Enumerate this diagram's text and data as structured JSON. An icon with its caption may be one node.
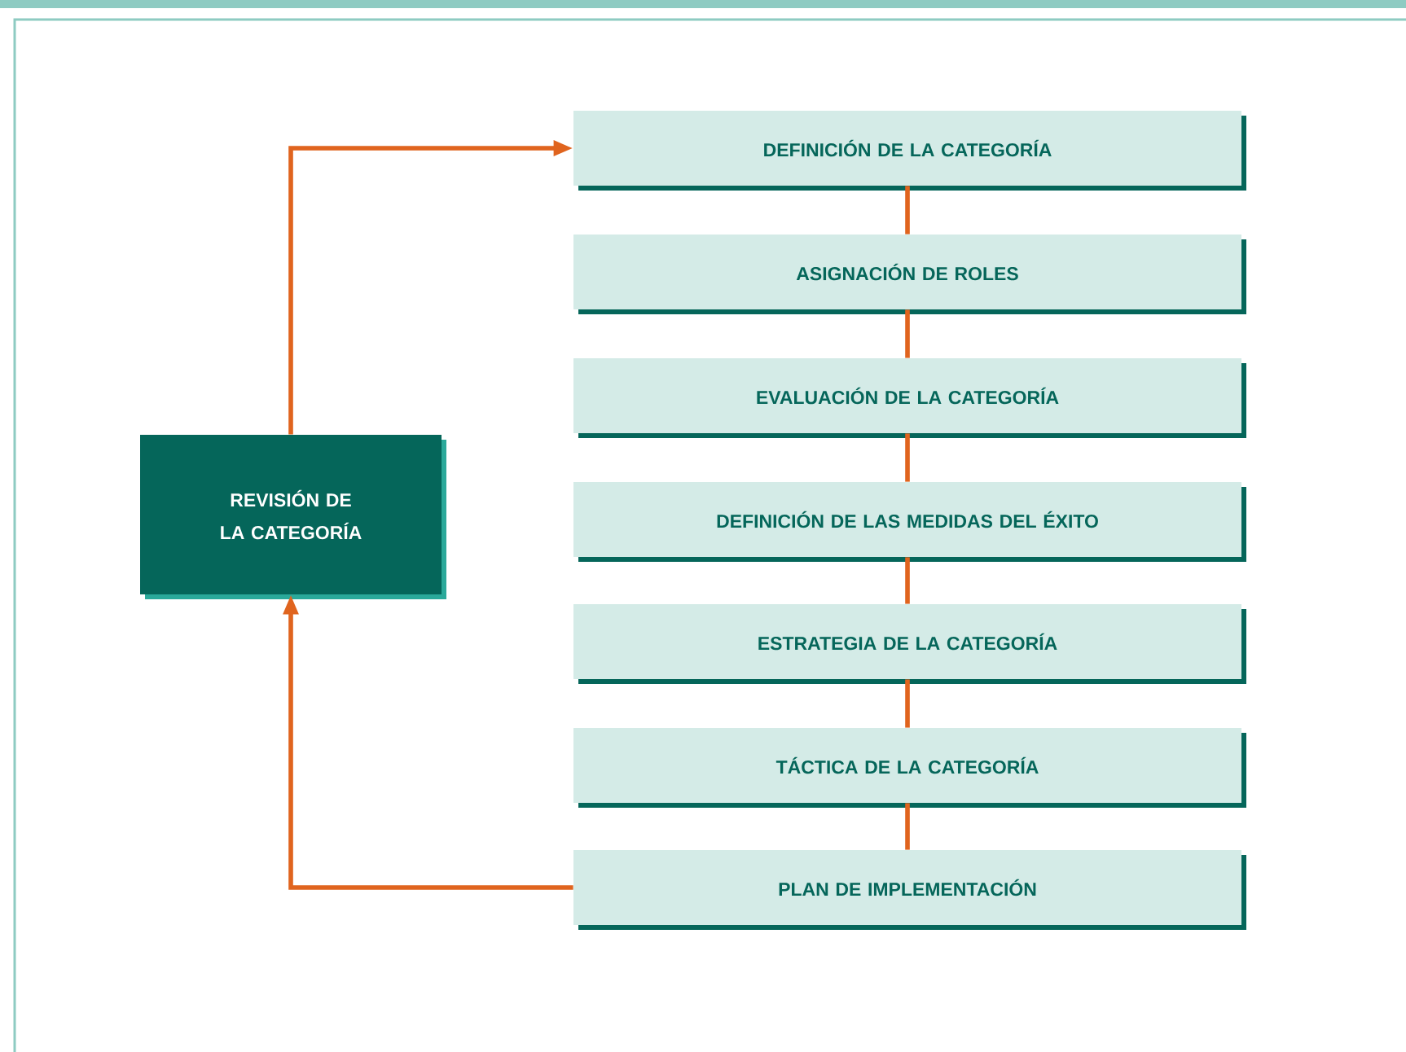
{
  "diagram": {
    "nodes": [
      {
        "text": [
          "DEFINICIÓN DE LA CATEGORÍA"
        ]
      },
      {
        "text": [
          "ASIGNACIÓN DE ROLES"
        ]
      },
      {
        "text": [
          "EVALUACIÓN DE LA CATEGORÍA"
        ]
      },
      {
        "text": [
          "DEFINICIÓN DE LAS MEDIDAS DEL ÉXITO"
        ]
      },
      {
        "text": [
          "ESTRATEGIA DE LA CATEGORÍA"
        ]
      },
      {
        "text": [
          "TÁCTICA DE LA CATEGORÍA"
        ]
      },
      {
        "text": [
          "PLAN DE IMPLEMENTACIÓN"
        ]
      },
      {
        "text": [
          "REVISIÓN DE LA CATEGORÍA"
        ]
      }
    ],
    "edges": [
      {
        "from": 0,
        "to": 1,
        "arrow": "none"
      },
      {
        "from": 1,
        "to": 2,
        "arrow": "none"
      },
      {
        "from": 2,
        "to": 3,
        "arrow": "none"
      },
      {
        "from": 3,
        "to": 4,
        "arrow": "none"
      },
      {
        "from": 4,
        "to": 5,
        "arrow": "none"
      },
      {
        "from": 5,
        "to": 6,
        "arrow": "none"
      },
      {
        "from": 6,
        "to": 7,
        "arrow": "to"
      },
      {
        "from": 7,
        "to": 0,
        "arrow": "to"
      }
    ]
  }
}
